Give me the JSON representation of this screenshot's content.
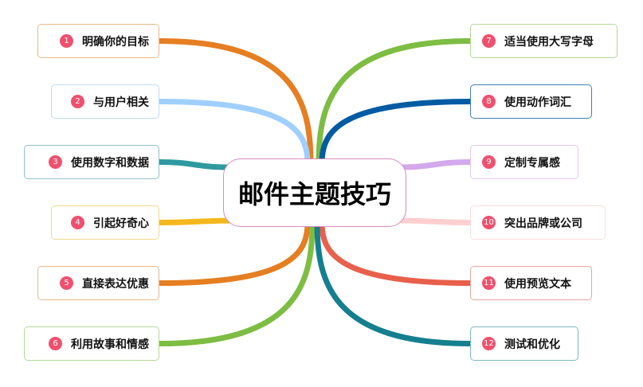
{
  "center": {
    "title": "邮件主题技巧",
    "border": "#d98cc4"
  },
  "nodes": [
    {
      "num": "1",
      "label": "明确你的目标",
      "color": "#e67e22",
      "border": "#ebb88a"
    },
    {
      "num": "2",
      "label": "与用户相关",
      "color": "#9fcfff",
      "border": "#bcdcf5"
    },
    {
      "num": "3",
      "label": "使用数字和数据",
      "color": "#2e9aa0",
      "border": "#8fc3c6"
    },
    {
      "num": "4",
      "label": "引起好奇心",
      "color": "#f5b81c",
      "border": "#f3d98c"
    },
    {
      "num": "5",
      "label": "直接表达优惠",
      "color": "#e67e22",
      "border": "#ebb88a"
    },
    {
      "num": "6",
      "label": "利用故事和情感",
      "color": "#7dbd42",
      "border": "#b5d998"
    },
    {
      "num": "7",
      "label": "适当使用大写字母",
      "color": "#7dbd42",
      "border": "#b5d998"
    },
    {
      "num": "8",
      "label": "使用动作词汇",
      "color": "#005ba3",
      "border": "#3f7fb5"
    },
    {
      "num": "9",
      "label": "定制专属感",
      "color": "#d3a8ec",
      "border": "#e2c8f0"
    },
    {
      "num": "10",
      "label": "突出品牌或公司",
      "color": "#ffcfcf",
      "border": "#f8dede"
    },
    {
      "num": "11",
      "label": "使用预览文本",
      "color": "#e8604c",
      "border": "#e8a79c"
    },
    {
      "num": "12",
      "label": "测试和优化",
      "color": "#157f8f",
      "border": "#7db8c0"
    }
  ]
}
